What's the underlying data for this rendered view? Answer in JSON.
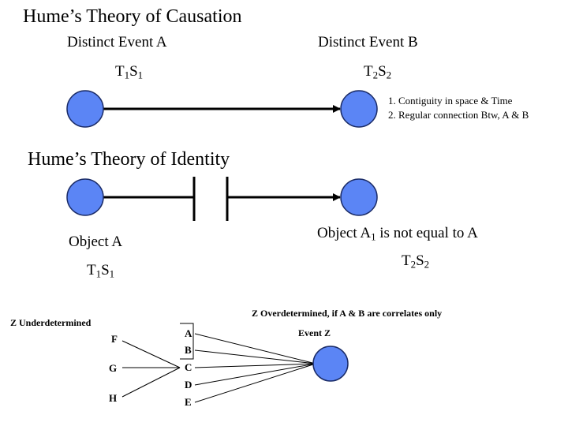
{
  "causation": {
    "title": "Hume’s Theory of Causation",
    "event_a": {
      "label": "Distinct Event A",
      "t": "T",
      "t_sub": "1",
      "s": "S",
      "s_sub": "1"
    },
    "event_b": {
      "label": "Distinct Event B",
      "t": "T",
      "t_sub": "2",
      "s": "S",
      "s_sub": "2"
    },
    "conditions": [
      "1. Contiguity in space & Time",
      "2. Regular connection Btw, A & B"
    ]
  },
  "identity": {
    "title": "Hume’s Theory of Identity",
    "object_a": {
      "label": "Object  A",
      "t": "T",
      "t_sub": "1",
      "s": "S",
      "s_sub": "1"
    },
    "object_a1": {
      "prefix": "Object A",
      "sub": "1",
      "suffix": " is not equal to A",
      "t": "T",
      "t_sub": "2",
      "s": "S",
      "s_sub": "2"
    }
  },
  "determination": {
    "under_label": "Z Underdetermined",
    "over_label": "Z Overdetermined, if A & B are correlates only",
    "event_label": "Event  Z",
    "left_nodes": [
      "F",
      "G",
      "H"
    ],
    "right_nodes": [
      "A",
      "B",
      "C",
      "D",
      "E"
    ]
  },
  "colors": {
    "node_fill": "#5b85f5",
    "node_stroke": "#1a2b66",
    "line": "#000000"
  }
}
